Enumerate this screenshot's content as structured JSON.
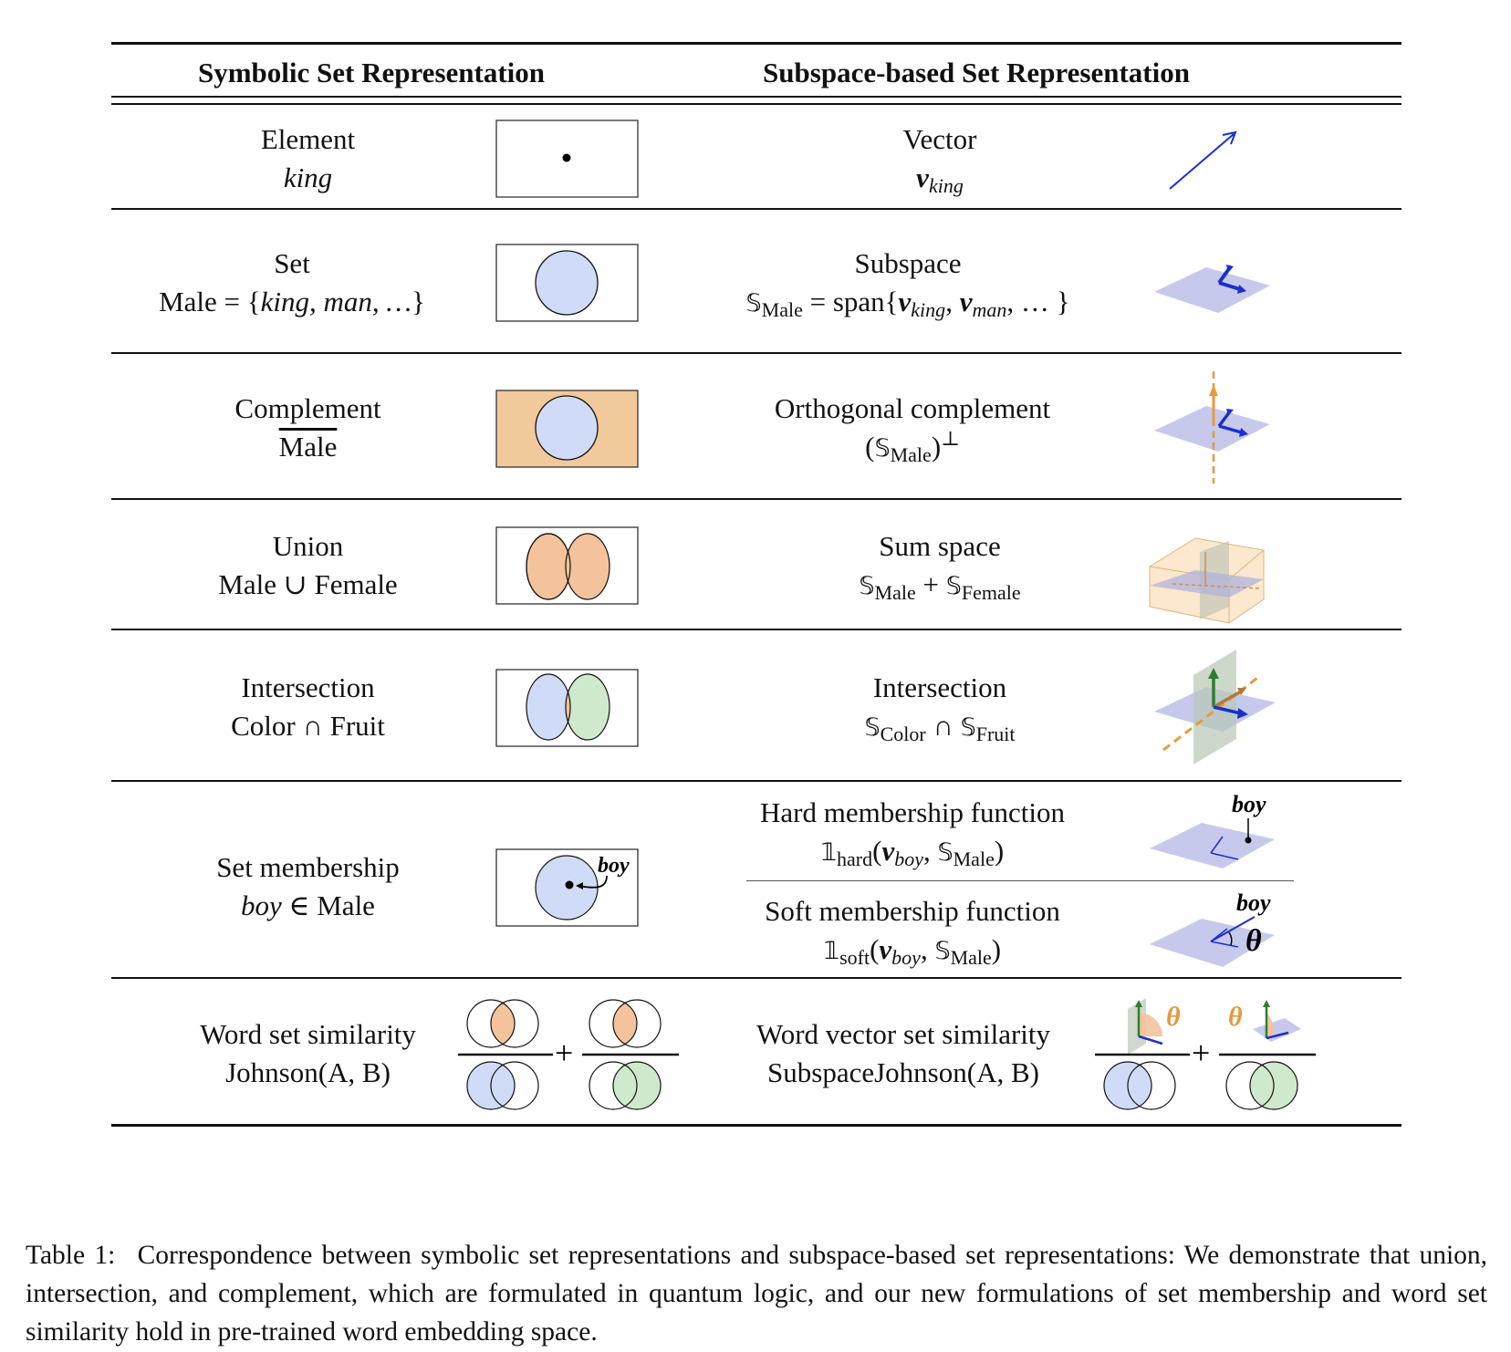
{
  "table": {
    "headers": {
      "left": "Symbolic Set Representation",
      "right": "Subspace-based Set Representation"
    },
    "rows": [
      {
        "symbolic": {
          "name": "Element",
          "expr": "king"
        },
        "subspace": {
          "name": "Vector",
          "vec": "v",
          "sub": "king"
        }
      },
      {
        "symbolic": {
          "name": "Set",
          "lhs": "Male",
          "eq": " = {",
          "items": "king, man, …",
          "close": "}"
        },
        "subspace": {
          "name": "Subspace",
          "S": "𝕊",
          "S_sub": "Male",
          "eq": " = span{",
          "v1": "v",
          "v1_sub": "king",
          "v2": "v",
          "v2_sub": "man",
          "rest": ", … }"
        }
      },
      {
        "symbolic": {
          "name": "Complement",
          "expr": "Male"
        },
        "subspace": {
          "name": "Orthogonal complement",
          "open": "(",
          "S": "𝕊",
          "S_sub": "Male",
          "close": ")",
          "sup": "⊥"
        }
      },
      {
        "symbolic": {
          "name": "Union",
          "expr": "Male ∪ Female"
        },
        "subspace": {
          "name": "Sum space",
          "S": "𝕊",
          "S1_sub": "Male",
          "op": " + ",
          "S2_sub": "Female"
        }
      },
      {
        "symbolic": {
          "name": "Intersection",
          "expr": "Color ∩ Fruit"
        },
        "subspace": {
          "name": "Intersection",
          "S": "𝕊",
          "S1_sub": "Color",
          "op": " ∩ ",
          "S2_sub": "Fruit"
        }
      },
      {
        "symbolic": {
          "name": "Set membership",
          "elem": "boy",
          "op": " ∈ Male",
          "fig_label": "boy"
        },
        "subspace_hard": {
          "name": "Hard membership function",
          "one": "𝟙",
          "fn_sub": "hard",
          "open": "(",
          "v": "v",
          "v_sub": "boy",
          "comma": ", ",
          "S": "𝕊",
          "S_sub": "Male",
          "close": ")",
          "fig_label": "boy"
        },
        "subspace_soft": {
          "name": "Soft membership function",
          "one": "𝟙",
          "fn_sub": "soft",
          "open": "(",
          "v": "v",
          "v_sub": "boy",
          "comma": ", ",
          "S": "𝕊",
          "S_sub": "Male",
          "close": ")",
          "fig_label": "boy",
          "angle_label": "θ"
        }
      },
      {
        "symbolic": {
          "name": "Word set similarity",
          "expr": "Johnson(A, B)",
          "plus": "+"
        },
        "subspace": {
          "name": "Word vector set similarity",
          "expr": "SubspaceJohnson(A, B)",
          "plus": "+",
          "angle_label": "θ"
        }
      }
    ]
  },
  "colors": {
    "blue_fill": "#d0dcf7",
    "orange_fill": "#f4c39b",
    "complement_bg": "#f1c99a",
    "green_fill": "#cfe9cc",
    "vector_blue": "#1a2fd0",
    "plane": "#c7c9ec",
    "orange_accent": "#e69a3c",
    "green_arrow": "#2e7d2e"
  },
  "caption": {
    "label": "Table 1:",
    "text": "Correspondence between symbolic set representations and subspace-based set representations: We demonstrate that union, intersection, and complement, which are formulated in quantum logic, and our new formulations of set membership and word set similarity hold in pre-trained word embedding space."
  }
}
